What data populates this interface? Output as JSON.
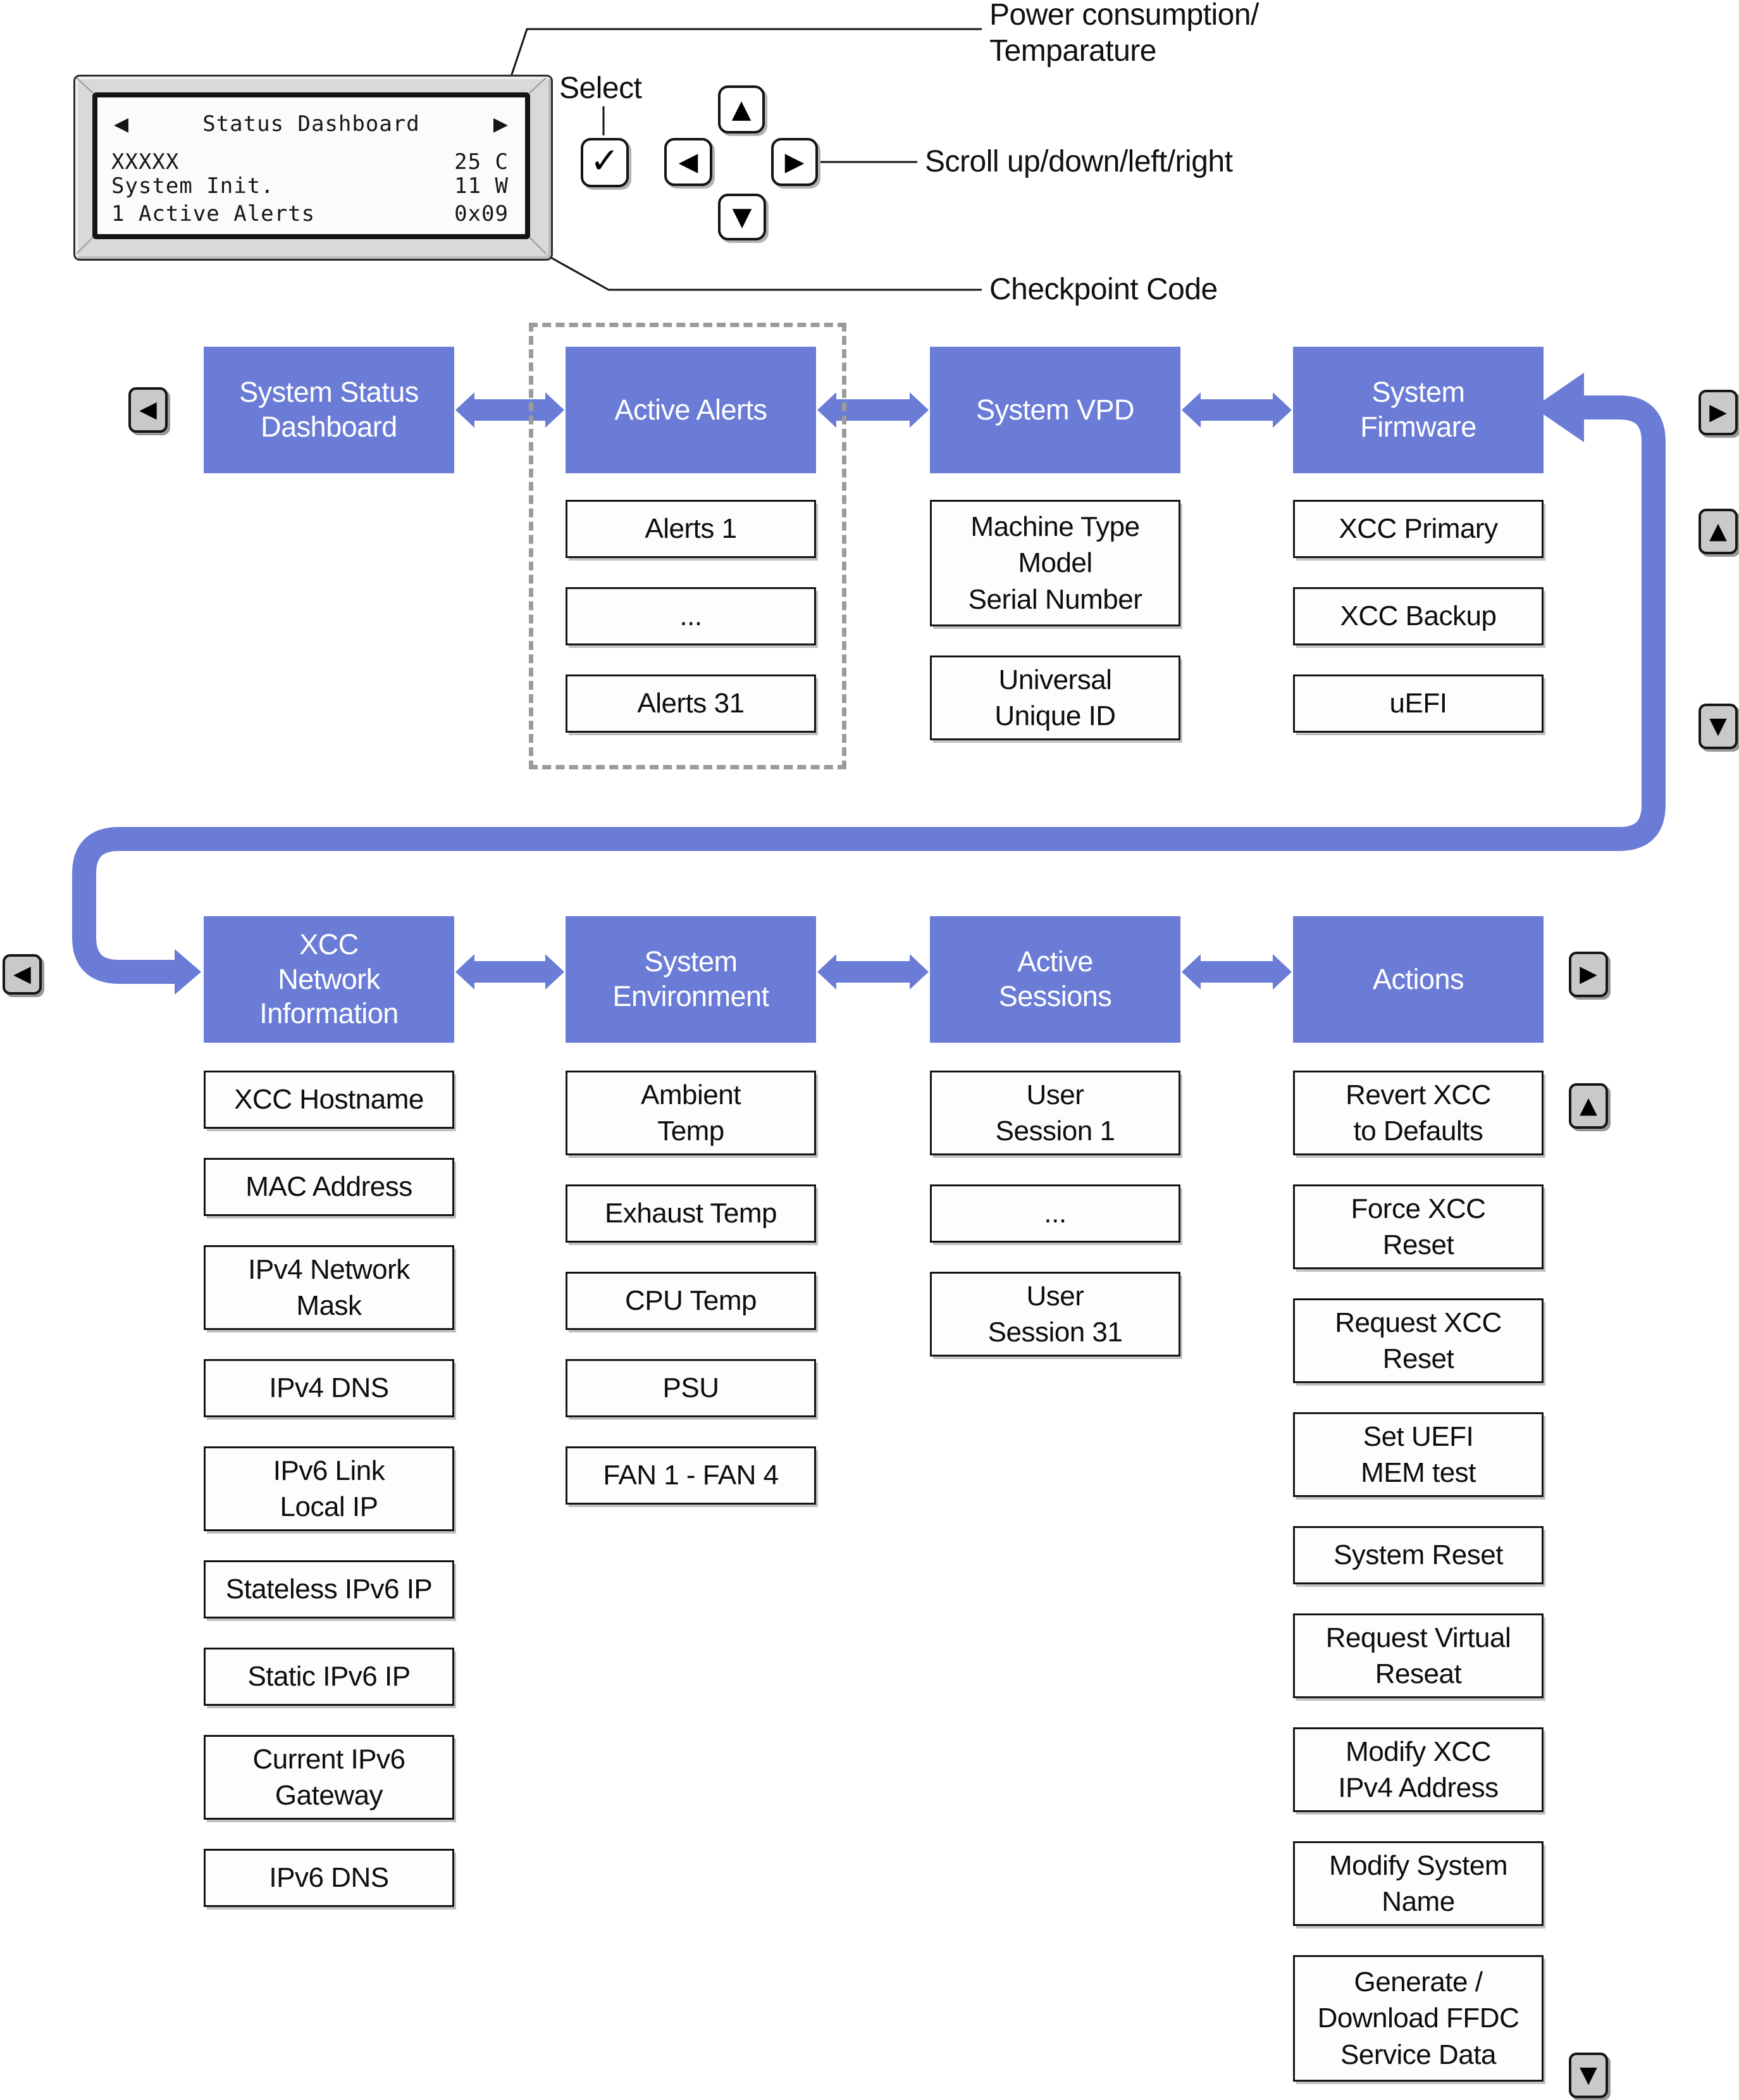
{
  "figure": {
    "background": "#ffffff",
    "accent": "#6b7cd6",
    "button_gray": "#c9c9c9"
  },
  "lcd": {
    "title": "Status Dashboard",
    "nav_left": "◀",
    "nav_right": "▶",
    "rows": [
      {
        "left": "XXXXX",
        "right": "25 C"
      },
      {
        "left": "System Init.",
        "right": "11 W"
      },
      {
        "left": "1 Active Alerts",
        "right": "0x09"
      }
    ]
  },
  "callouts": {
    "power_temp": "Power consumption/\nTemparature",
    "select": "Select",
    "scroll": "Scroll up/down/left/right",
    "checkpoint": "Checkpoint Code"
  },
  "glyphs": {
    "select": "✓",
    "up": "▲",
    "down": "▼",
    "left": "◀",
    "right": "▶"
  },
  "menus": {
    "row1": [
      {
        "label": "System Status\nDashboard",
        "items": []
      },
      {
        "label": "Active Alerts",
        "items": [
          "Alerts 1",
          "...",
          "Alerts 31"
        ]
      },
      {
        "label": "System VPD",
        "items": [
          "Machine Type\nModel\nSerial Number",
          "Universal\nUnique ID"
        ]
      },
      {
        "label": "System\nFirmware",
        "items": [
          "XCC Primary",
          "XCC Backup",
          "uEFI"
        ]
      }
    ],
    "row2": [
      {
        "label": "XCC\nNetwork\nInformation",
        "items": [
          "XCC Hostname",
          "MAC Address",
          "IPv4 Network\nMask",
          "IPv4 DNS",
          "IPv6 Link\nLocal IP",
          "Stateless IPv6 IP",
          "Static IPv6 IP",
          "Current IPv6\nGateway",
          "IPv6 DNS"
        ]
      },
      {
        "label": "System\nEnvironment",
        "items": [
          "Ambient\nTemp",
          "Exhaust Temp",
          "CPU Temp",
          "PSU",
          "FAN 1 - FAN 4"
        ]
      },
      {
        "label": "Active\nSessions",
        "items": [
          "User\nSession 1",
          "...",
          "User\nSession 31"
        ]
      },
      {
        "label": "Actions",
        "items": [
          "Revert XCC\nto Defaults",
          "Force XCC\nReset",
          "Request XCC\nReset",
          "Set UEFI\nMEM test",
          "System Reset",
          "Request Virtual\nReseat",
          "Modify XCC\nIPv4 Address",
          "Modify System\nName",
          "Generate /\nDownload FFDC\nService Data"
        ]
      }
    ]
  }
}
